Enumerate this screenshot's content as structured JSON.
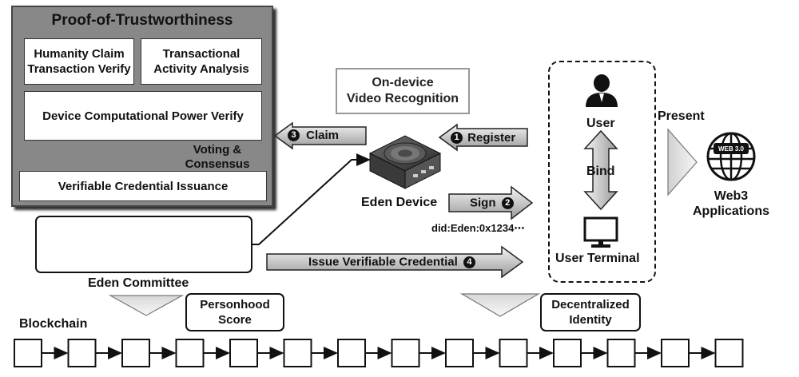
{
  "pot": {
    "title": "Proof-of-Trustworthiness",
    "humanity_line1": "Humanity Claim",
    "humanity_line2": "Transaction Verify",
    "transactional_line1": "Transactional",
    "transactional_line2": "Activity Analysis",
    "compute": "Device Computational Power Verify",
    "voting_line1": "Voting &",
    "voting_line2": "Consensus",
    "vc_issuance": "Verifiable Credential Issuance"
  },
  "video": {
    "line1": "On-device",
    "line2": "Video Recognition"
  },
  "claim": {
    "num": "3",
    "label": "Claim"
  },
  "register": {
    "num": "1",
    "label": "Register"
  },
  "sign": {
    "num": "2",
    "label": "Sign"
  },
  "issue": {
    "num": "4",
    "label": "Issue Verifiable Credential"
  },
  "device": {
    "label": "Eden Device",
    "did": "did:Eden:0x1234⋯"
  },
  "committee": {
    "label": "Eden Committee"
  },
  "user_panel": {
    "user": "User",
    "bind": "Bind",
    "terminal": "User Terminal"
  },
  "present": "Present",
  "web3": {
    "badge": "WEB 3.0",
    "line1": "Web3",
    "line2": "Applications"
  },
  "personhood": {
    "line1": "Personhood",
    "line2": "Score"
  },
  "decentralized": {
    "line1": "Decentralized",
    "line2": "Identity"
  },
  "blockchain": {
    "label": "Blockchain",
    "block_count": 14
  },
  "colors": {
    "panel_gray": "#888888",
    "arrow_fill_light": "#f2f2f2",
    "arrow_fill_dark": "#9a9a9a",
    "stroke": "#222222"
  }
}
